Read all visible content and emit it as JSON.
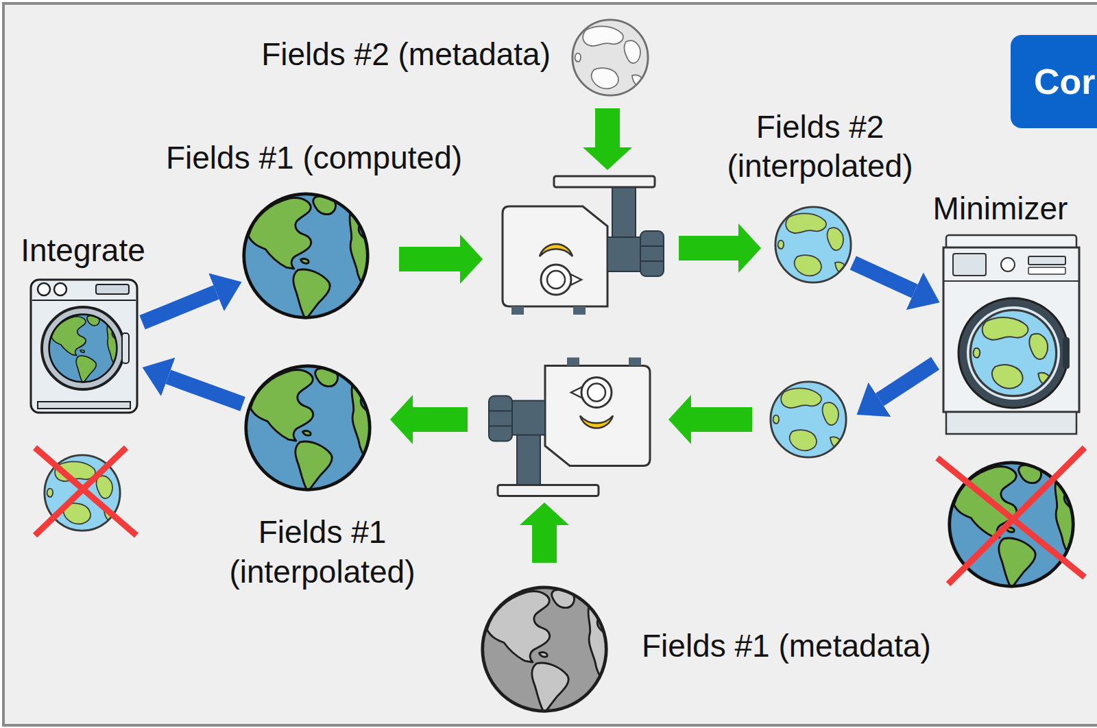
{
  "diagram": {
    "nodes": [
      {
        "text": [
          "Fields #2 (metadata)"
        ]
      },
      {
        "text": [
          "Cor"
        ]
      },
      {
        "text": [
          "Fields #1 (computed)"
        ]
      },
      {
        "text": [
          "Fields #2 (interpolated)"
        ]
      },
      {
        "text": [
          "Minimizer"
        ]
      },
      {
        "text": [
          "Integrate"
        ]
      },
      {
        "text": [
          "Fields #1 (interpolated)"
        ]
      },
      {
        "text": [
          "Fields #1 (metadata)"
        ]
      }
    ],
    "edges": [
      {
        "from": 5,
        "to": 2,
        "arrow": "to"
      },
      {
        "from": 3,
        "to": 4,
        "arrow": "to"
      },
      {
        "from": 6,
        "to": 5,
        "arrow": "to"
      }
    ]
  }
}
